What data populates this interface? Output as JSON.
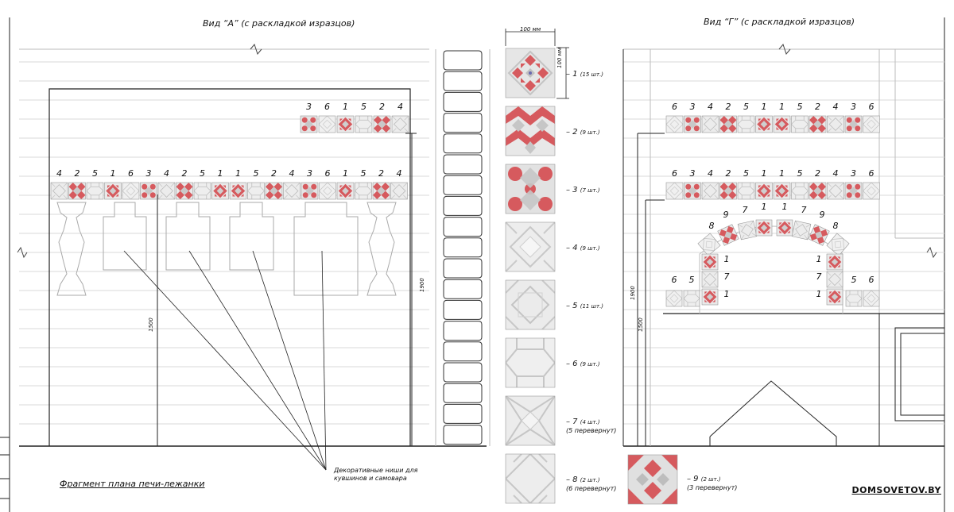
{
  "view_a": {
    "title": "Вид “А” (с раскладкой изразцов)"
  },
  "view_g": {
    "title": "Вид “Г” (с раскладкой изразцов)"
  },
  "dimensions": {
    "tile_width": "100 мм",
    "tile_height": "100 мм",
    "height_1500": "1500",
    "height_1900": "1900"
  },
  "rows": {
    "a_top": [
      "3",
      "6",
      "1",
      "5",
      "2",
      "4"
    ],
    "a_main": [
      "4",
      "2",
      "5",
      "1",
      "6",
      "3",
      "4",
      "2",
      "5",
      "1",
      "1",
      "5",
      "2",
      "4",
      "3",
      "6",
      "1",
      "5",
      "2",
      "4"
    ],
    "g_top": [
      "6",
      "3",
      "4",
      "2",
      "5",
      "1",
      "1",
      "5",
      "2",
      "4",
      "3",
      "6"
    ],
    "g_main": [
      "6",
      "3",
      "4",
      "2",
      "5",
      "1",
      "1",
      "5",
      "2",
      "4",
      "3",
      "6"
    ],
    "g_arch": [
      "8",
      "9",
      "7",
      "1",
      "1",
      "7",
      "9",
      "8"
    ],
    "g_left_col": [
      "1",
      "7",
      "1"
    ],
    "g_right_col": [
      "1",
      "7",
      "1"
    ],
    "g_bottom_left": [
      "6",
      "5"
    ],
    "g_bottom_right": [
      "5",
      "6"
    ]
  },
  "legend": [
    {
      "type": 1,
      "label": "– 1",
      "qty": "(15 шт.)",
      "extra": ""
    },
    {
      "type": 2,
      "label": "– 2",
      "qty": "(9 шт.)",
      "extra": ""
    },
    {
      "type": 3,
      "label": "– 3",
      "qty": "(7 шт.)",
      "extra": ""
    },
    {
      "type": 4,
      "label": "– 4",
      "qty": "(9 шт.)",
      "extra": ""
    },
    {
      "type": 5,
      "label": "– 5",
      "qty": "(11 шт.)",
      "extra": ""
    },
    {
      "type": 6,
      "label": "– 6",
      "qty": "(9 шт.)",
      "extra": ""
    },
    {
      "type": 7,
      "label": "– 7",
      "qty": "(4 шт.)",
      "extra": "(5 перевернут)"
    },
    {
      "type": 8,
      "label": "– 8",
      "qty": "(2 шт.)",
      "extra": "(6 перевернут)"
    },
    {
      "type": 9,
      "label": "– 9",
      "qty": "(2 шт.)",
      "extra": "(3 перевернут)"
    }
  ],
  "notes": {
    "niches": "Декоративные ниши для кувшинов и самовара",
    "plan": "Фрагмент плана печи-лежанки"
  },
  "watermark": "DOMSOVETOV.BY",
  "colors": {
    "line": "#222222",
    "grid": "#d6d6d6",
    "red": "#d65a5e",
    "grey": "#cfcfcf",
    "tile_bg": "#ececec"
  }
}
